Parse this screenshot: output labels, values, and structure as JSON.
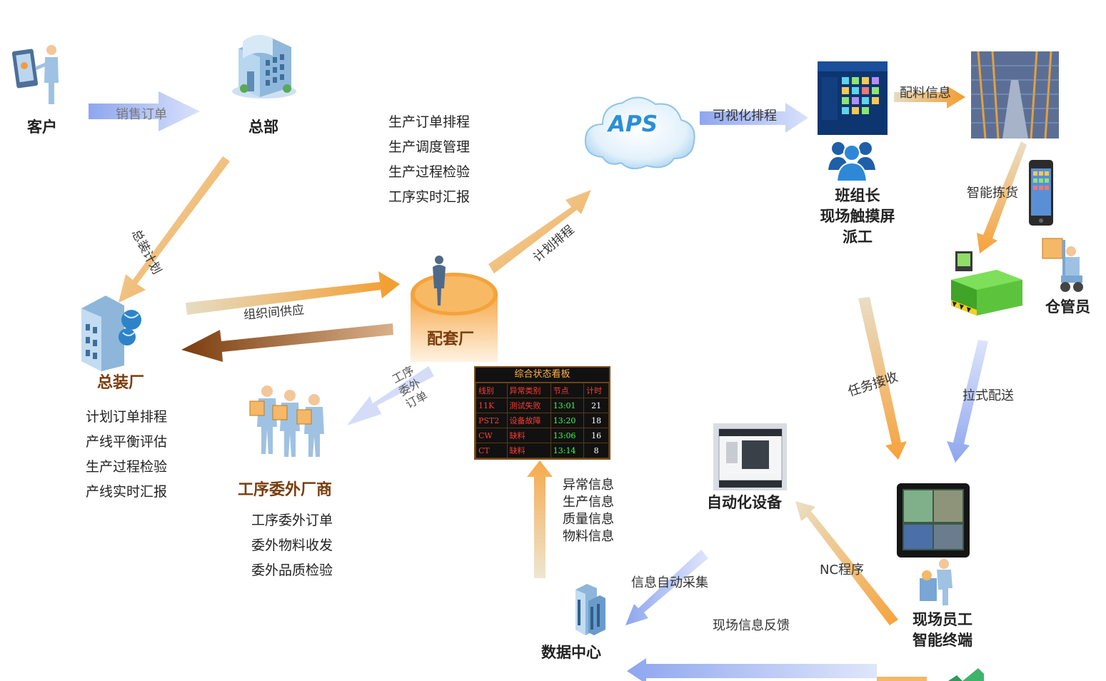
{
  "nodes": {
    "customer": "客户",
    "hq": "总部",
    "assembly": "总装厂",
    "outsource": "工序委外厂商",
    "supplier": "配套厂",
    "aps": "APS",
    "team": [
      "班组长",
      "现场触摸屏",
      "派工"
    ],
    "keeper": "仓管员",
    "auto": "自动化设备",
    "worker": [
      "现场员工",
      "智能终端"
    ],
    "datacenter": "数据中心"
  },
  "arrows": {
    "sales_order": "销售订单",
    "assembly_plan": "总装计划",
    "org_supply": "组织间供应",
    "plan_schedule": "计划排程",
    "outsource_order": [
      "工序",
      "委外",
      "订单"
    ],
    "visual_schedule": "可视化排程",
    "material_info": "配料信息",
    "smart_picking": "智能拣货",
    "task_receive": "任务接收",
    "pull_delivery": "拉式配送",
    "nc_program": "NC程序",
    "auto_collect": "信息自动采集",
    "field_feedback": "现场信息反馈"
  },
  "lists": {
    "supplier_funcs": [
      "生产订单排程",
      "生产调度管理",
      "生产过程检验",
      "工序实时汇报"
    ],
    "assembly_funcs": [
      "计划订单排程",
      "产线平衡评估",
      "生产过程检验",
      "产线实时汇报"
    ],
    "outsource_funcs": [
      "工序委外订单",
      "委外物料收发",
      "委外品质检验"
    ],
    "dc_info": [
      "异常信息",
      "生产信息",
      "质量信息",
      "物料信息"
    ]
  },
  "board": {
    "title": "综合状态看板",
    "headers": [
      "线别",
      "异常类别",
      "节点",
      "计时"
    ],
    "rows": [
      [
        "11K",
        "测试失败",
        "13:01",
        "21"
      ],
      [
        "PST2",
        "设备故障",
        "13:20",
        "18"
      ],
      [
        "CW",
        "缺料",
        "13:06",
        "16"
      ],
      [
        "CT",
        "缺料",
        "13:14",
        "8"
      ]
    ]
  },
  "colors": {
    "orange": "#f7a23a",
    "blue": "#9bb3f2",
    "brown": "#7a3d0e",
    "beige": "#e3d6b5",
    "sky": "#2a8fd6"
  }
}
